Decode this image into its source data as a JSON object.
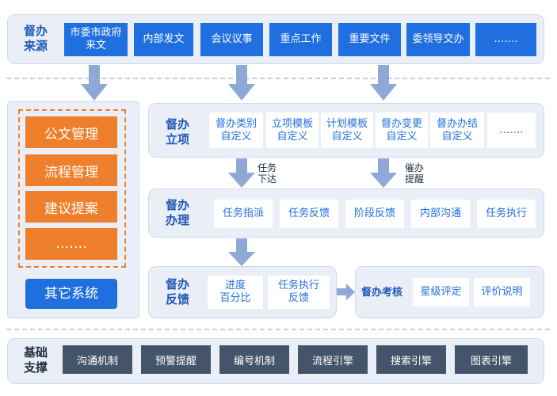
{
  "source": {
    "title": "督办\n来源",
    "items": [
      "市委市政府\n来文",
      "内部发文",
      "会议议事",
      "重点工作",
      "重要文件",
      "委领导交办",
      "……."
    ]
  },
  "other_systems": {
    "items": [
      "公文管理",
      "流程管理",
      "建议提案",
      "……."
    ],
    "label": "其它系统"
  },
  "initiate": {
    "title": "督办\n立项",
    "items": [
      "督办类别\n自定义",
      "立项模板\n自定义",
      "计划模板\n自定义",
      "督办变更\n自定义",
      "督办办结\n自定义",
      "……."
    ]
  },
  "arrows": {
    "task_issue": "任务\n下达",
    "urge": "催办\n提醒"
  },
  "handle": {
    "title": "督办\n办理",
    "items": [
      "任务指派",
      "任务反馈",
      "阶段反馈",
      "内部沟通",
      "任务执行"
    ]
  },
  "feedback": {
    "title": "督办\n反馈",
    "items": [
      "进度\n百分比",
      "任务执行\n反馈"
    ]
  },
  "assess": {
    "title": "督办考核",
    "items": [
      "星级评定",
      "评价说明"
    ]
  },
  "foundation": {
    "title": "基础\n支撑",
    "items": [
      "沟通机制",
      "预警提醒",
      "编号机制",
      "流程引擎",
      "搜索引擎",
      "图表引擎"
    ]
  },
  "colors": {
    "blue": "#1f6fe0",
    "title_blue": "#1f57b7",
    "orange": "#f07f2c",
    "dark": "#44546a",
    "panel": "#e9eef7",
    "arrow": "#8ea9d6"
  }
}
